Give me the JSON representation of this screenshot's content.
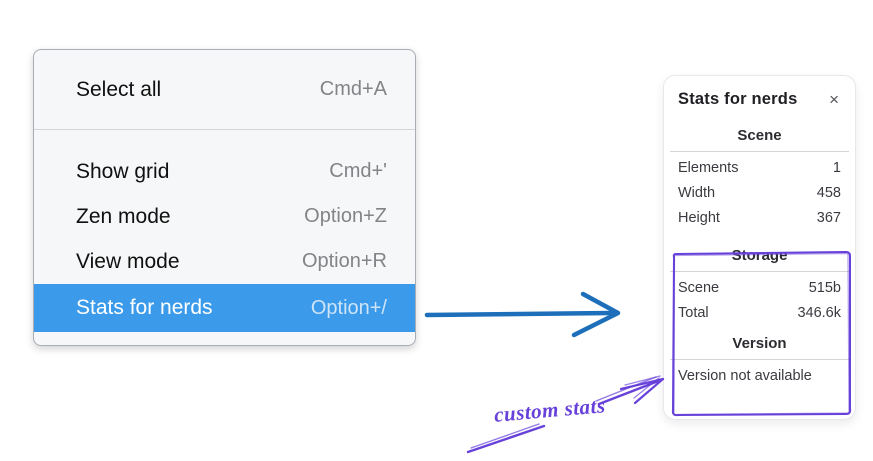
{
  "menu": {
    "highlight_color": "#3b9bea",
    "items": [
      {
        "label": "Select all",
        "shortcut": "Cmd+A"
      },
      {
        "label": "Show grid",
        "shortcut": "Cmd+'"
      },
      {
        "label": "Zen mode",
        "shortcut": "Option+Z"
      },
      {
        "label": "View mode",
        "shortcut": "Option+R"
      },
      {
        "label": "Stats for nerds",
        "shortcut": "Option+/",
        "highlighted": true
      }
    ]
  },
  "stats_panel": {
    "title": "Stats for nerds",
    "close_icon": "×",
    "scene": {
      "heading": "Scene",
      "rows": [
        {
          "label": "Elements",
          "value": "1"
        },
        {
          "label": "Width",
          "value": "458"
        },
        {
          "label": "Height",
          "value": "367"
        }
      ]
    },
    "storage": {
      "heading": "Storage",
      "rows": [
        {
          "label": "Scene",
          "value": "515b"
        },
        {
          "label": "Total",
          "value": "346.6k"
        }
      ]
    },
    "version": {
      "heading": "Version",
      "note": "Version not available"
    }
  },
  "annotation": {
    "label": "custom stats",
    "color": "#6741d9"
  },
  "pointer_arrow": {
    "color": "#1e6fba"
  }
}
